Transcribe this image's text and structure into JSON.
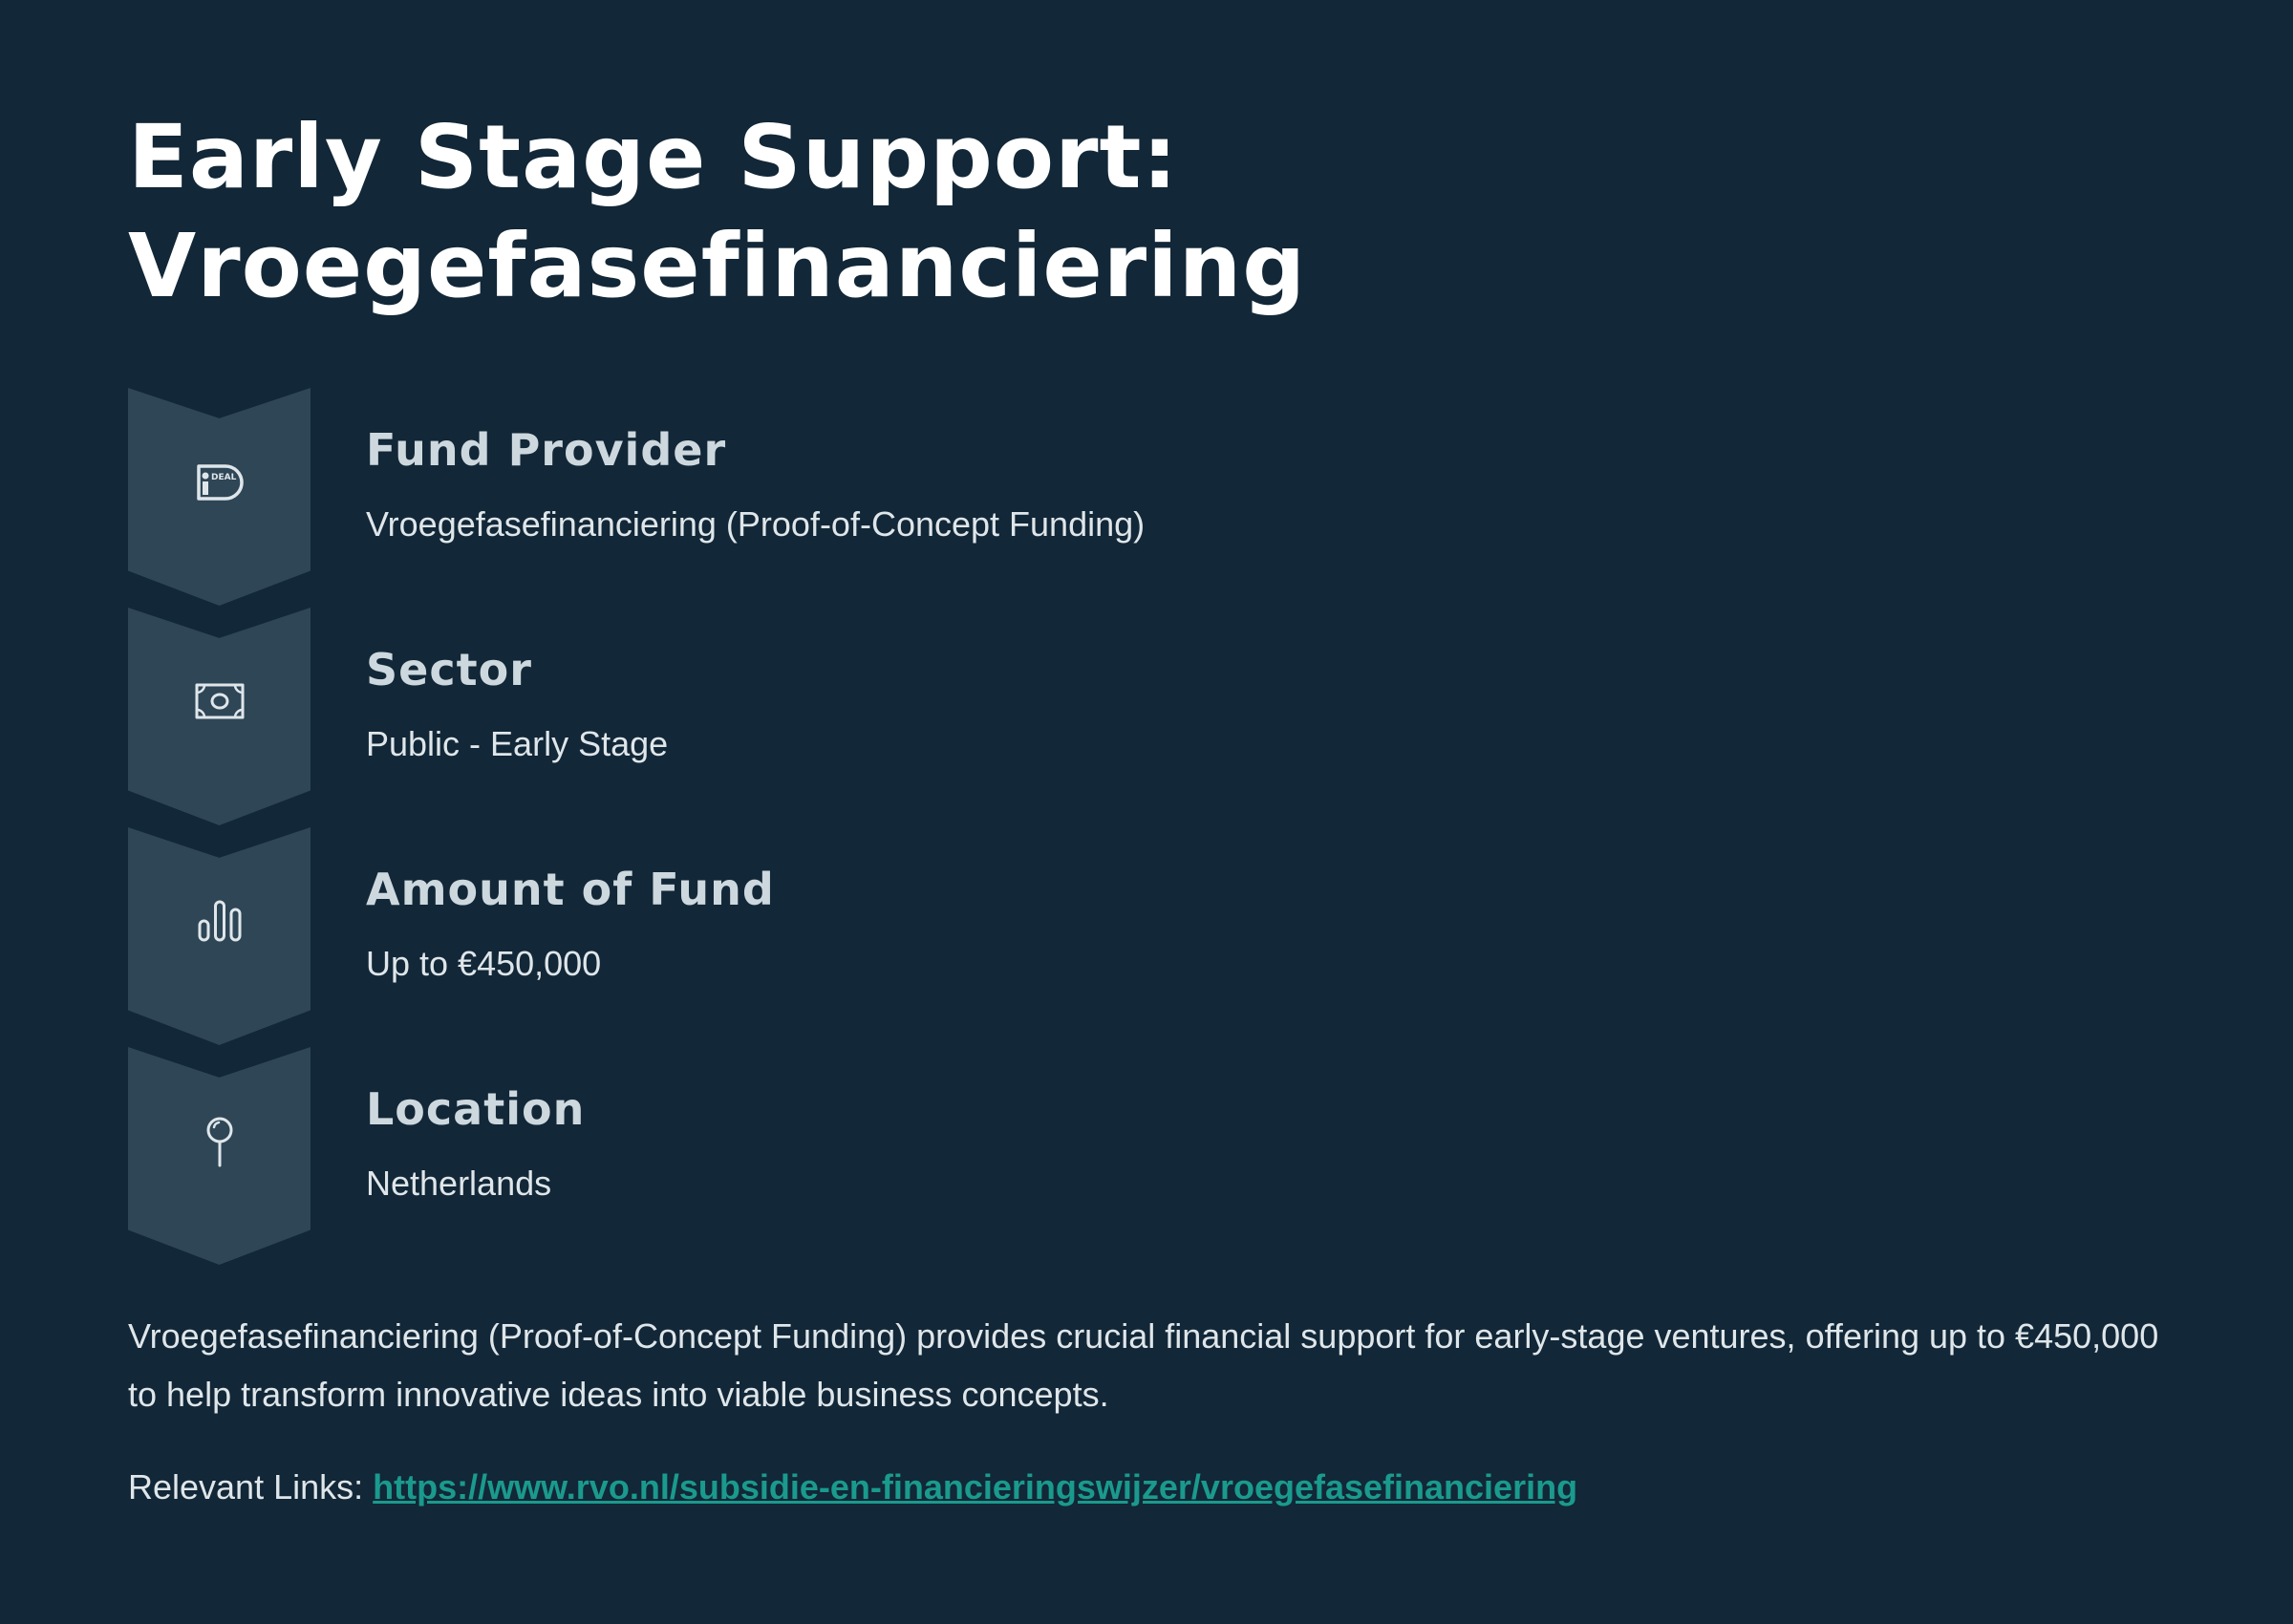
{
  "page": {
    "title_line1": "Early Stage Support:",
    "title_line2": "Vroegefasefinanciering"
  },
  "info_items": [
    {
      "icon": "ideal-icon",
      "label": "Fund Provider",
      "value": "Vroegefasefinanciering (Proof-of-Concept Funding)"
    },
    {
      "icon": "banknote-icon",
      "label": "Sector",
      "value": "Public - Early Stage"
    },
    {
      "icon": "bar-chart-icon",
      "label": "Amount of Fund",
      "value": "Up to €450,000"
    },
    {
      "icon": "map-pin-icon",
      "label": "Location",
      "value": "Netherlands"
    }
  ],
  "ideal_logo_text": "iDEAL",
  "description": "Vroegefasefinanciering (Proof-of-Concept Funding) provides crucial financial support for early-stage ventures, offering up to €450,000 to help transform innovative ideas into viable business concepts.",
  "links": {
    "label": "Relevant Links:",
    "url": "https://www.rvo.nl/subsidie-en-financieringswijzer/vroegefasefinanciering"
  },
  "colors": {
    "background": "#122737",
    "chevron": "#2e4656",
    "link": "#1a9a8d",
    "title": "#ffffff"
  }
}
